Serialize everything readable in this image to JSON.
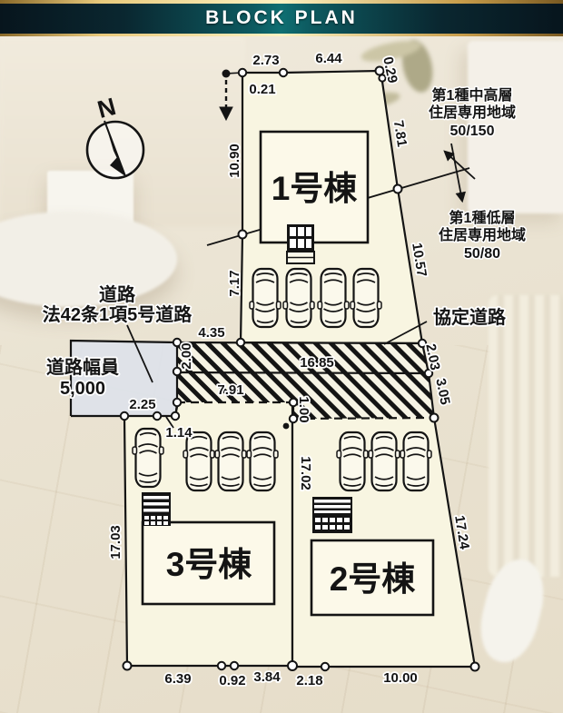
{
  "header": {
    "title": "BLOCK PLAN"
  },
  "compass": {
    "label": "N"
  },
  "plan": {
    "buildings": {
      "b1": "1号棟",
      "b2": "2号棟",
      "b3": "3号棟"
    },
    "zoning_upper": {
      "line1": "第1種中高層",
      "line2": "住居専用地域",
      "line3": "50/150"
    },
    "zoning_lower": {
      "line1": "第1種低層",
      "line2": "住居専用地域",
      "line3": "50/80"
    },
    "road_label": {
      "line1": "道路",
      "line2": "法42条1項5号道路"
    },
    "road_width": {
      "line1": "道路幅員",
      "line2": "5,000"
    },
    "kyotei_road": "協定道路",
    "dims": {
      "lot1_top_a": "2.73",
      "lot1_top_b": "6.44",
      "lot1_top_c": "0.29",
      "lot1_top_offset": "0.21",
      "lot1_right_upper": "7.81",
      "lot1_right_lower": "10.57",
      "lot1_left_upper": "10.90",
      "lot1_left_lower": "7.17",
      "road_top_setback": "4.35",
      "road_strip_width": "2.00",
      "road_length_upper": "16.85",
      "road_length_lower": "7.91",
      "road_right_upper": "2.03",
      "road_right_lower": "3.05",
      "road_left_frontage": "2.25",
      "lot3_frontage": "1.14",
      "lot2_step": "1.00",
      "lot3_left": "17.03",
      "lot3_right": "17.02",
      "lot2_right": "17.24",
      "bottom_lot3_a": "6.39",
      "bottom_lot3_b": "0.92",
      "bottom_lot3_c": "3.84",
      "bottom_lot2_a": "2.18",
      "bottom_lot2_b": "10.00"
    }
  },
  "icons": {
    "compass": "north-compass",
    "car": "car-top-view",
    "porch": "entrance-porch-steps",
    "flow_arrow": "direction-dashed-arrow",
    "hatch": "agreement-road-hatch"
  },
  "colors": {
    "lot_fill": "#f8f5e1",
    "building_fill": "#fcf9e9",
    "road_fill": "#dde2e9",
    "line": "#141414",
    "header_bg": "#0a2730",
    "header_teal": "#0f6f72",
    "gold": "#e9ca7c"
  }
}
